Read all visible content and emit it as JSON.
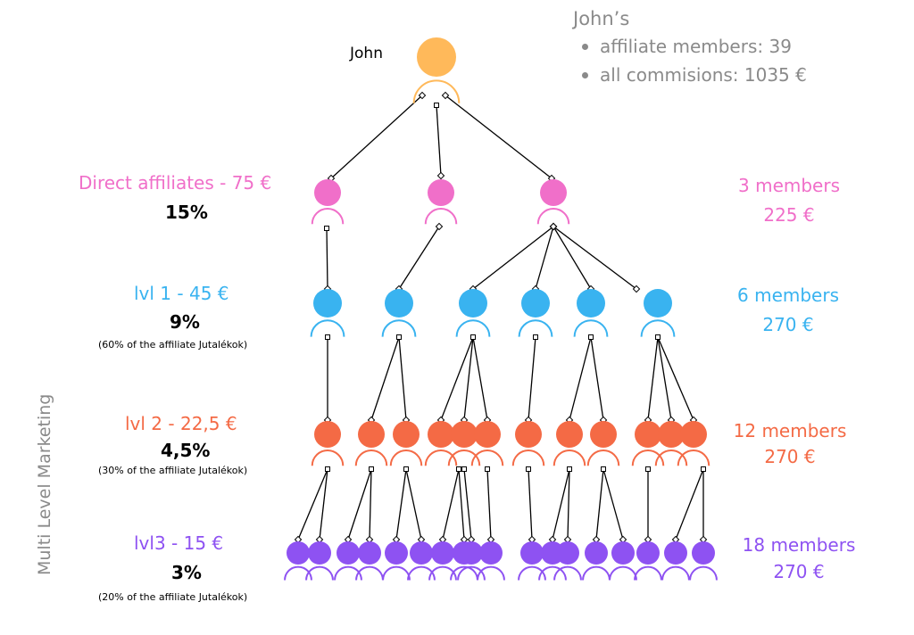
{
  "root": {
    "name": "John",
    "color": "#ffb95a"
  },
  "summary": {
    "heading": "John’s",
    "items": [
      "affiliate members: 39",
      "all commisions: 1035 €"
    ]
  },
  "side_title": "Multi Level Marketing",
  "levels": [
    {
      "key": "direct",
      "title": "Direct affiliates - 75 €",
      "percent": "15%",
      "note": "",
      "members": "3 members",
      "amount": "225 €",
      "color": "#f06fc9"
    },
    {
      "key": "lvl1",
      "title": "lvl 1 - 45 €",
      "percent": "9%",
      "note": "(60% of the affiliate Jutalékok)",
      "members": "6 members",
      "amount": "270 €",
      "color": "#39b3f0"
    },
    {
      "key": "lvl2",
      "title": "lvl 2 - 22,5 €",
      "percent": "4,5%",
      "note": "(30% of the affiliate Jutalékok)",
      "members": "12 members",
      "amount": "270 €",
      "color": "#f46a45"
    },
    {
      "key": "lvl3",
      "title": "lvl3 - 15 €",
      "percent": "3%",
      "note": "(20% of the affiliate Jutalékok)",
      "members": "18 members",
      "amount": "270 €",
      "color": "#8e52f2"
    }
  ]
}
